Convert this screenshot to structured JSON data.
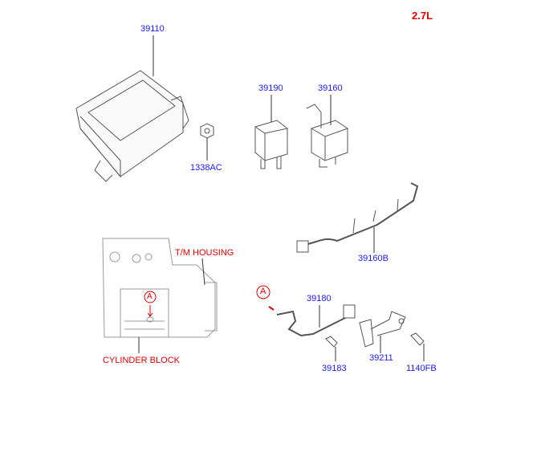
{
  "engine": "2.7L",
  "parts": {
    "ecu": "39110",
    "relay_a": "39190",
    "relay_b": "39160",
    "nut": "1338AC",
    "harness": "39160B",
    "sensor": "39180",
    "sensor_bolt": "39183",
    "bracket": "39211",
    "bracket_bolt": "1140FB"
  },
  "callouts": {
    "tm_housing": "T/M HOUSING",
    "cylinder_block": "CYLINDER BLOCK",
    "ref_a": "A",
    "ref_a_detail": "A"
  },
  "colors": {
    "part_number": "#1a1aff",
    "callout": "#e00000",
    "line": "#555555"
  }
}
